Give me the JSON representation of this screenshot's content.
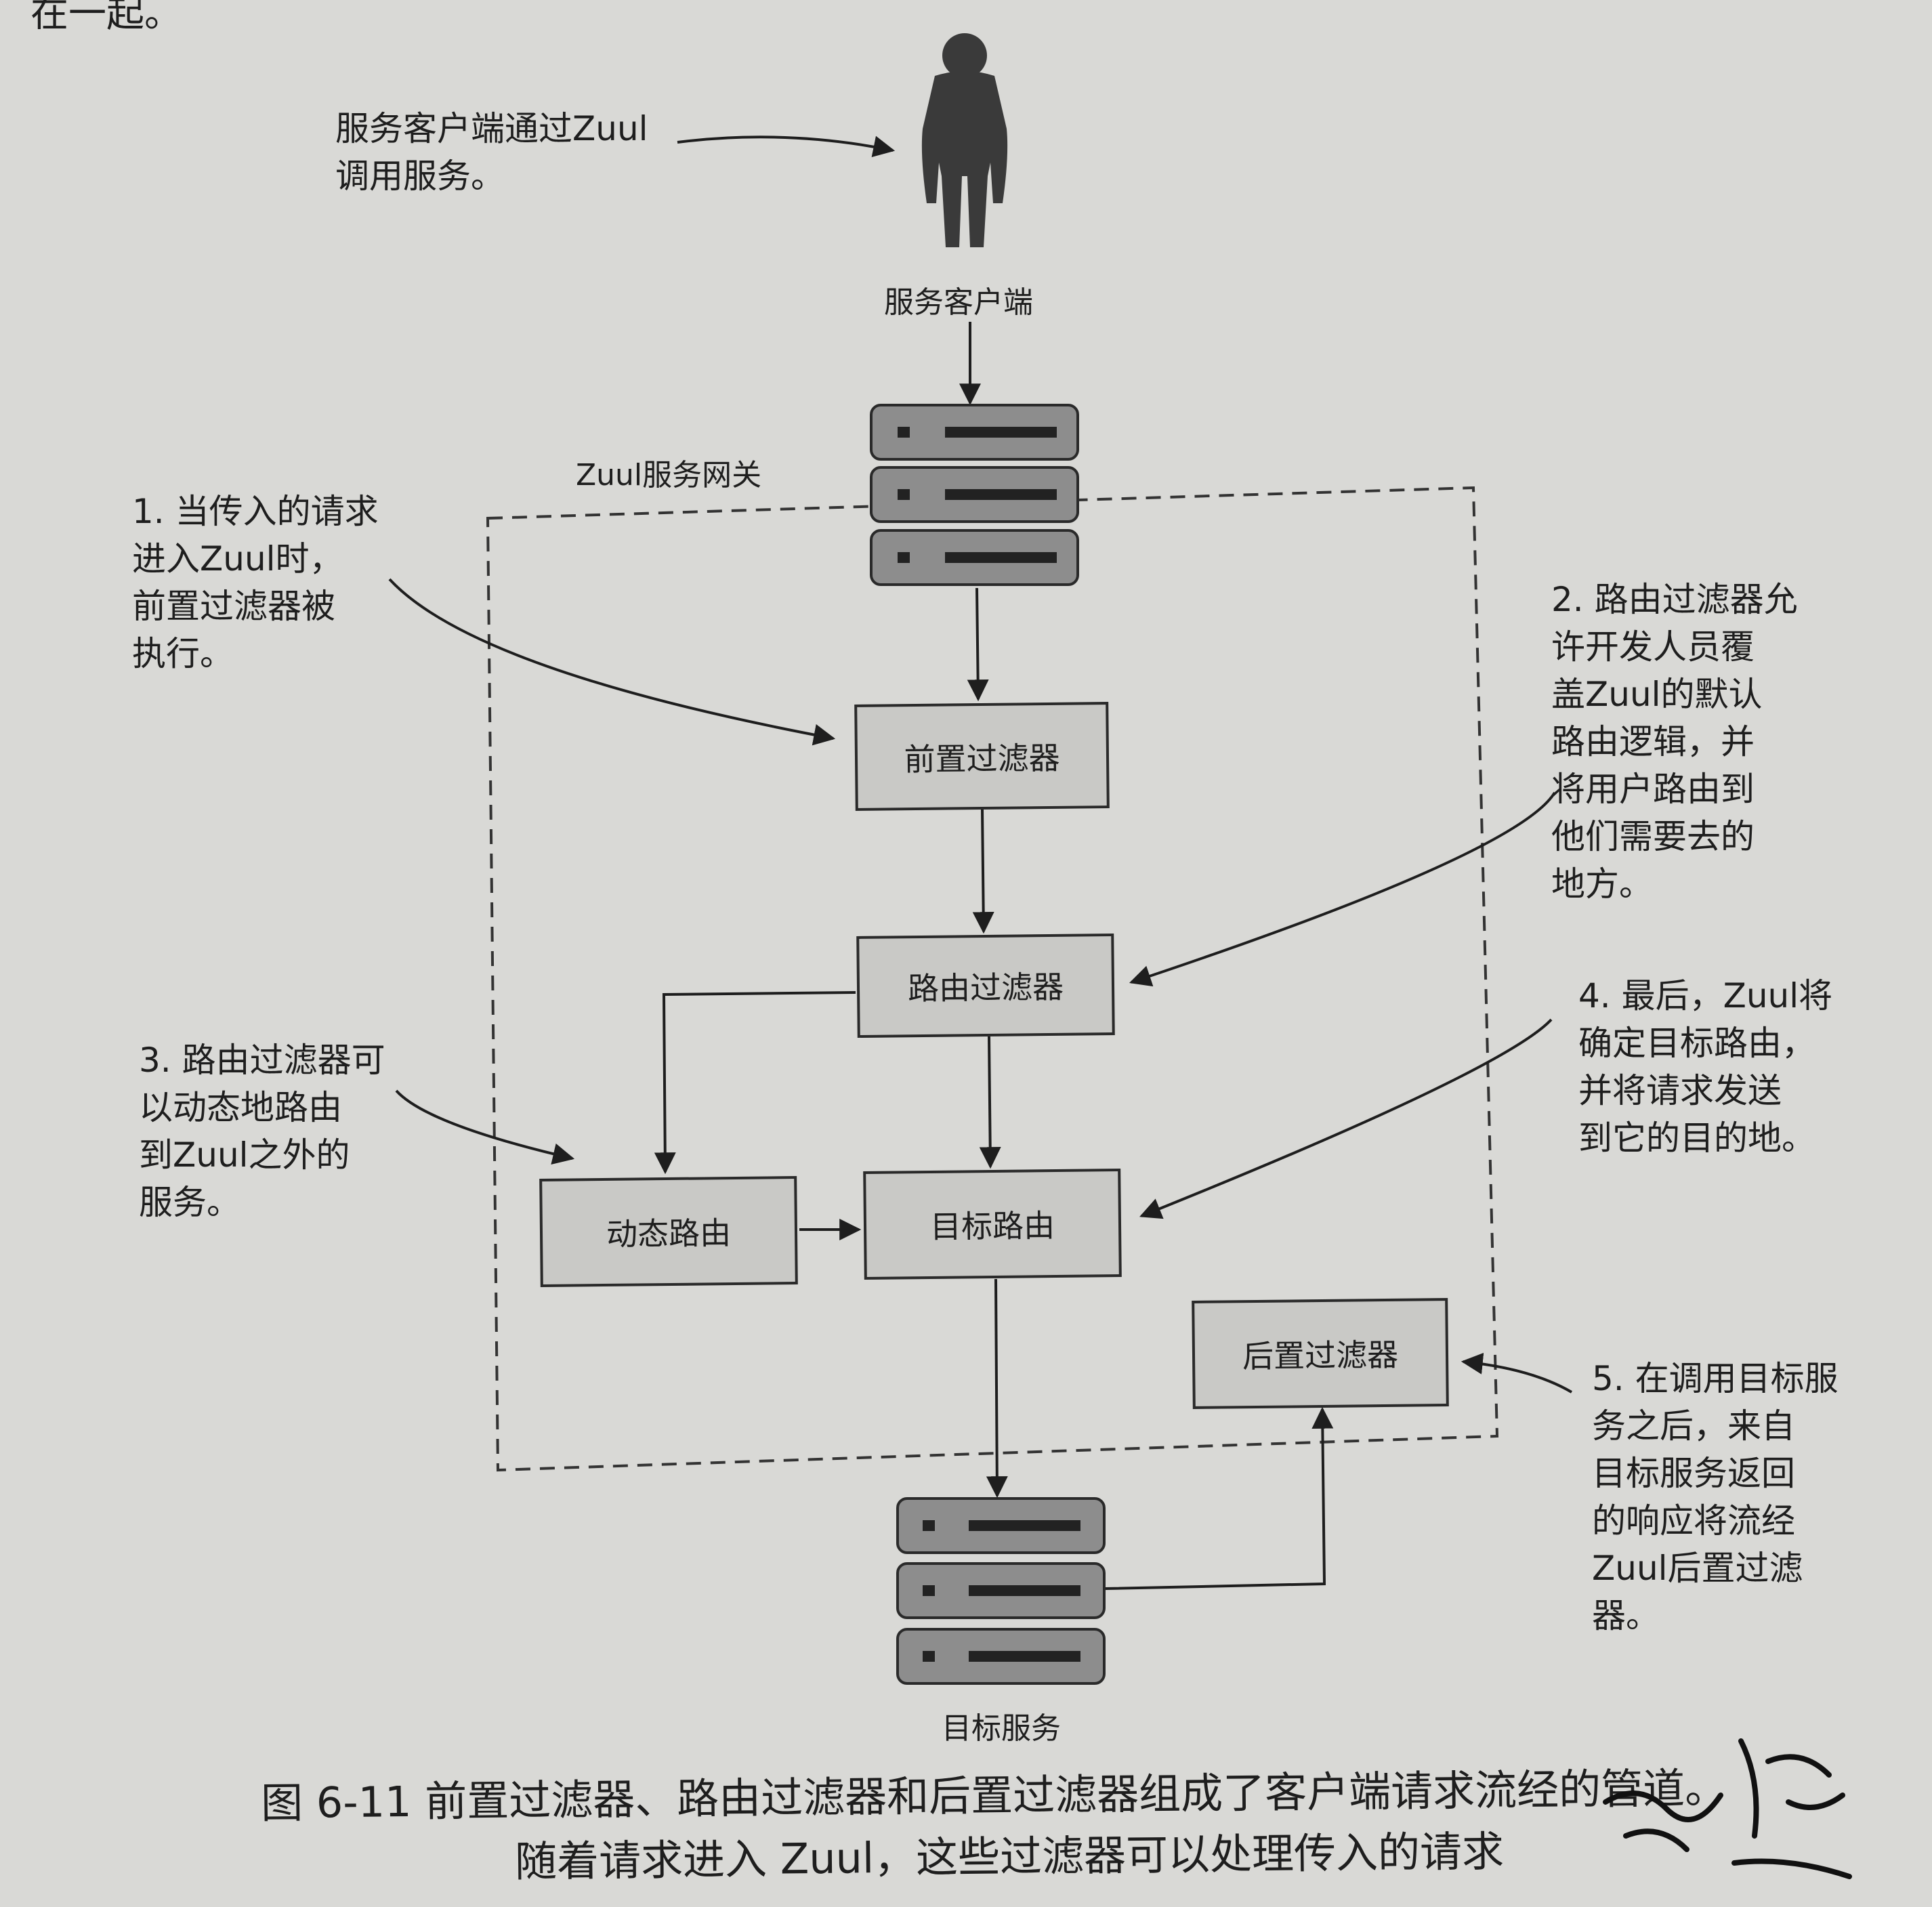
{
  "top_text": "在一起。",
  "client": {
    "annotation": "服务客户端通过Zuul\n调用服务。",
    "label": "服务客户端"
  },
  "gateway": {
    "label": "Zuul服务网关"
  },
  "boxes": {
    "pre_filter": "前置过滤器",
    "route_filter": "路由过滤器",
    "dynamic_route": "动态路由",
    "target_route": "目标路由",
    "post_filter": "后置过滤器"
  },
  "annotations": {
    "a1": "1. 当传入的请求\n   进入Zuul时，\n   前置过滤器被\n   执行。",
    "a2": "2. 路由过滤器允\n   许开发人员覆\n   盖Zuul的默认\n   路由逻辑，并\n   将用户路由到\n   他们需要去的\n   地方。",
    "a3": "3. 路由过滤器可\n   以动态地路由\n   到Zuul之外的\n   服务。",
    "a4": "4. 最后，Zuul将\n   确定目标路由，\n   并将请求发送\n   到它的目的地。",
    "a5": "5. 在调用目标服\n   务之后，来自\n   目标服务返回\n   的响应将流经\n   Zuul后置过滤\n   器。"
  },
  "target_service": {
    "label": "目标服务"
  },
  "caption": {
    "line1": "图 6-11   前置过滤器、路由过滤器和后置过滤器组成了客户端请求流经的管道。",
    "line2": "随着请求进入 Zuul，这些过滤器可以处理传入的请求"
  }
}
